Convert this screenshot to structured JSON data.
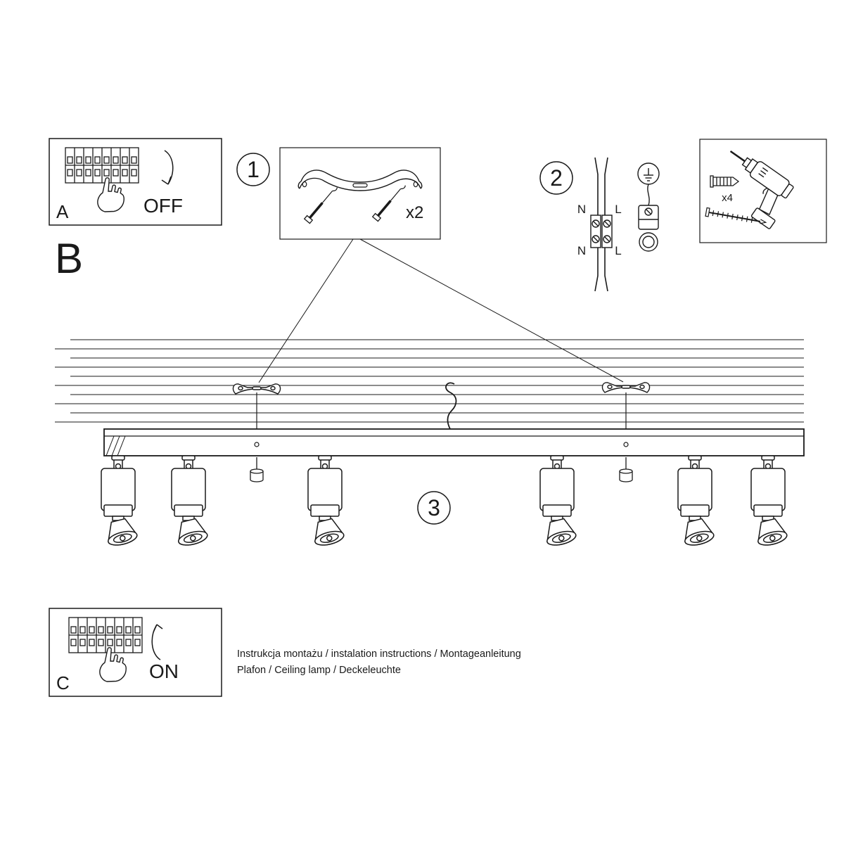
{
  "b_marker": "B",
  "panel_a": {
    "label": "A",
    "action": "OFF"
  },
  "panel_c": {
    "label": "C",
    "action": "ON"
  },
  "step1": {
    "number": "1",
    "qty": "x2"
  },
  "step2": {
    "number": "2",
    "n": "N",
    "l": "L"
  },
  "step3": {
    "number": "3"
  },
  "tools": {
    "qty": "x4"
  },
  "footer": {
    "line1": "Instrukcja montażu / instalation instructions / Montageanleitung",
    "line2": "Plafon / Ceiling lamp / Deckeleuchte"
  },
  "colors": {
    "line": "#1a1a1a",
    "background": "#ffffff"
  }
}
